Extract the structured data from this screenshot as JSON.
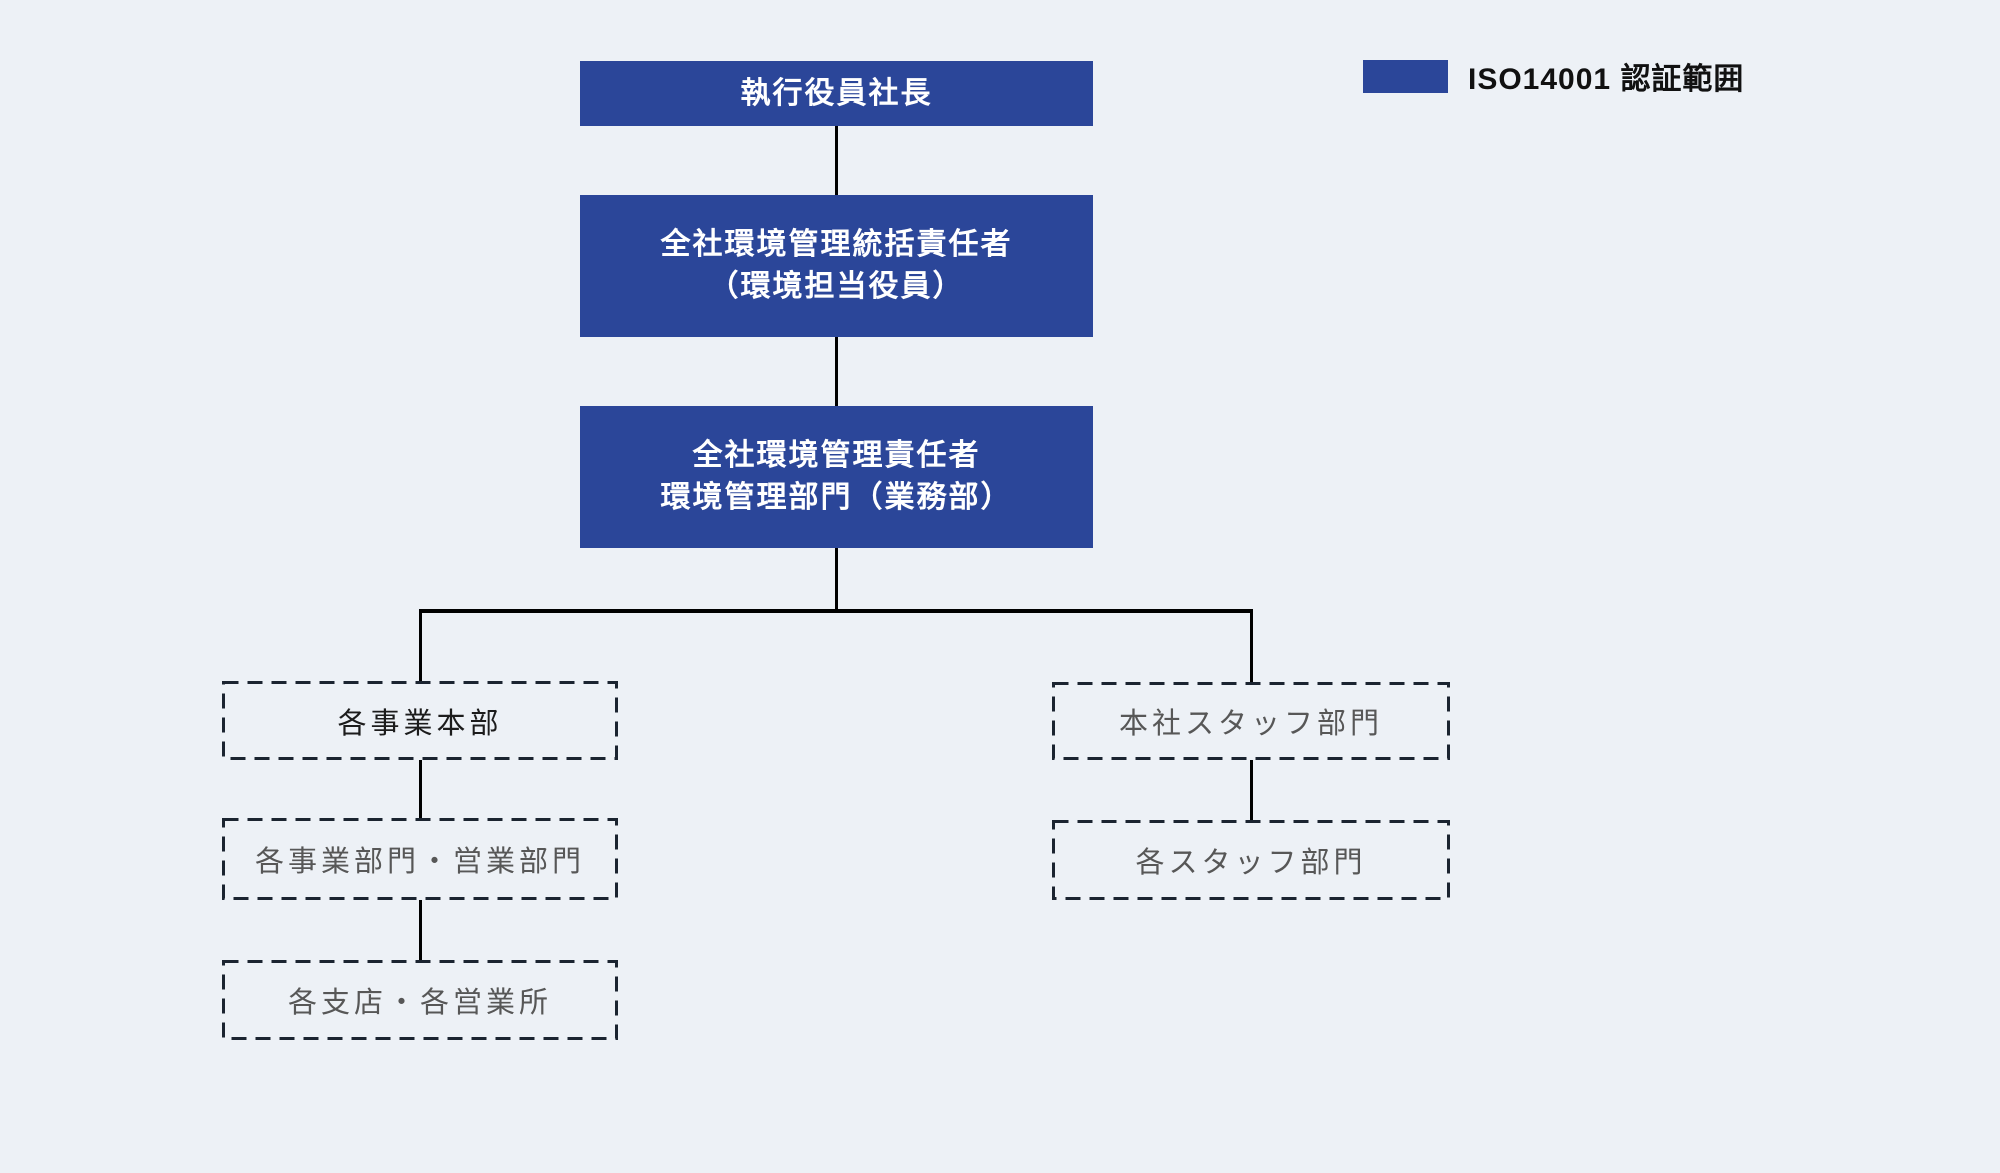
{
  "colors": {
    "background": "#edf1f6",
    "box_blue": "#2b4699",
    "connector": "#000000",
    "dashed_border": "#1b2430",
    "dark_label": "#1c1c1c",
    "gray_label": "#575757"
  },
  "legend": {
    "label": "ISO14001 認証範囲",
    "swatch_color": "#2b4699"
  },
  "solid_boxes": {
    "president": {
      "line1": "執行役員社長"
    },
    "supervisor": {
      "line1": "全社環境管理統括責任者",
      "line2": "（環境担当役員）"
    },
    "manager": {
      "line1": "全社環境管理責任者",
      "line2": "環境管理部門（業務部）"
    }
  },
  "left_branch": [
    {
      "label": "各事業本部",
      "text_color": "#1c1c1c"
    },
    {
      "label": "各事業部門・営業部門",
      "text_color": "#575757"
    },
    {
      "label": "各支店・各営業所",
      "text_color": "#575757"
    }
  ],
  "right_branch": [
    {
      "label": "本社スタッフ部門",
      "text_color": "#575757"
    },
    {
      "label": "各スタッフ部門",
      "text_color": "#575757"
    }
  ]
}
